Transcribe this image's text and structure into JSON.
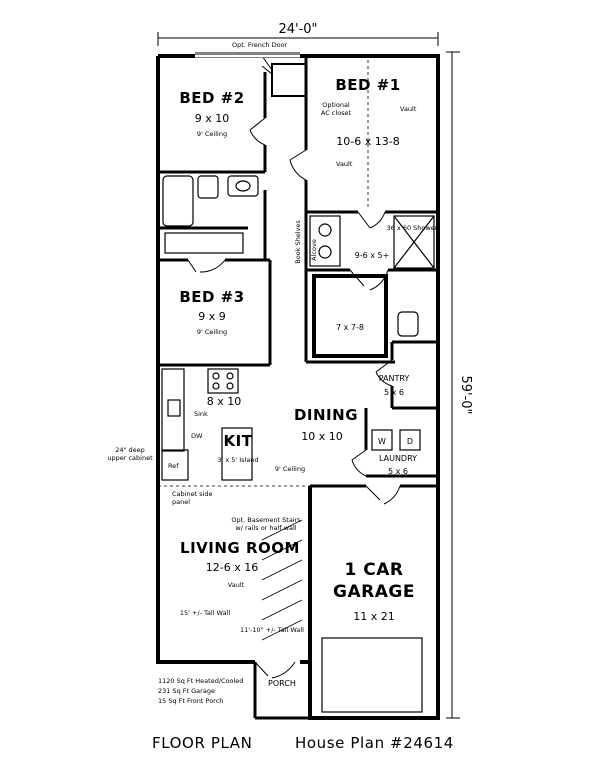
{
  "dimensions": {
    "width_label": "24'-0\"",
    "depth_label": "59'-0\""
  },
  "rooms": {
    "bed1": {
      "name": "BED #1",
      "size": "10-6 x 13-8",
      "vault_top": "Vault",
      "vault_bottom": "Vault"
    },
    "bed2": {
      "name": "BED #2",
      "size": "9 x 10",
      "ceiling": "9' Ceiling"
    },
    "bed3": {
      "name": "BED #3",
      "size": "9 x 9",
      "ceiling": "9' Ceiling"
    },
    "bath": {
      "size": "9-6 x 5+",
      "shower": "36 x 60 Shower"
    },
    "closet": {
      "size": "7 x 7-8"
    },
    "pantry": {
      "name": "PANTRY",
      "size": "5 x 6"
    },
    "laundry": {
      "name": "LAUNDRY",
      "size": "5 x 6",
      "washer": "W",
      "dryer": "D"
    },
    "kitchen": {
      "name": "KIT",
      "size": "8 x 10",
      "island": "3' x 5' Island",
      "sink": "Sink",
      "dw": "DW",
      "ref": "Ref"
    },
    "dining": {
      "name": "DINING",
      "size": "10 x 10",
      "ceiling": "9' Ceiling"
    },
    "living": {
      "name": "LIVING ROOM",
      "size": "12-6 x 16",
      "vault": "Vault",
      "wall": "15' +/- Tall Wall"
    },
    "garage": {
      "name_line1": "1 CAR",
      "name_line2": "GARAGE",
      "size": "11 x 21"
    },
    "porch": {
      "name": "PORCH"
    }
  },
  "notes": {
    "french_door": "Opt. French Door",
    "ac_closet_line1": "Optional",
    "ac_closet_line2": "AC closet",
    "book_shelves": "Book Shelves",
    "alcove": "Alcove",
    "upper_cabinet_line1": "24\" deep",
    "upper_cabinet_line2": "upper cabinet",
    "cabinet_panel_line1": "Cabinet side",
    "cabinet_panel_line2": "panel",
    "basement_line1": "Opt. Basement Stairs",
    "basement_line2": "w/ rails or half wall",
    "tall_wall_garage": "11'-10\" +/- Tall Wall"
  },
  "areas": {
    "heated": "1120 Sq Ft Heated/Cooled",
    "garage": "231 Sq Ft Garage",
    "porch": "15 Sq Ft Front Porch"
  },
  "footer": {
    "floor_plan": "FLOOR PLAN",
    "house_plan": "House Plan #24614"
  }
}
